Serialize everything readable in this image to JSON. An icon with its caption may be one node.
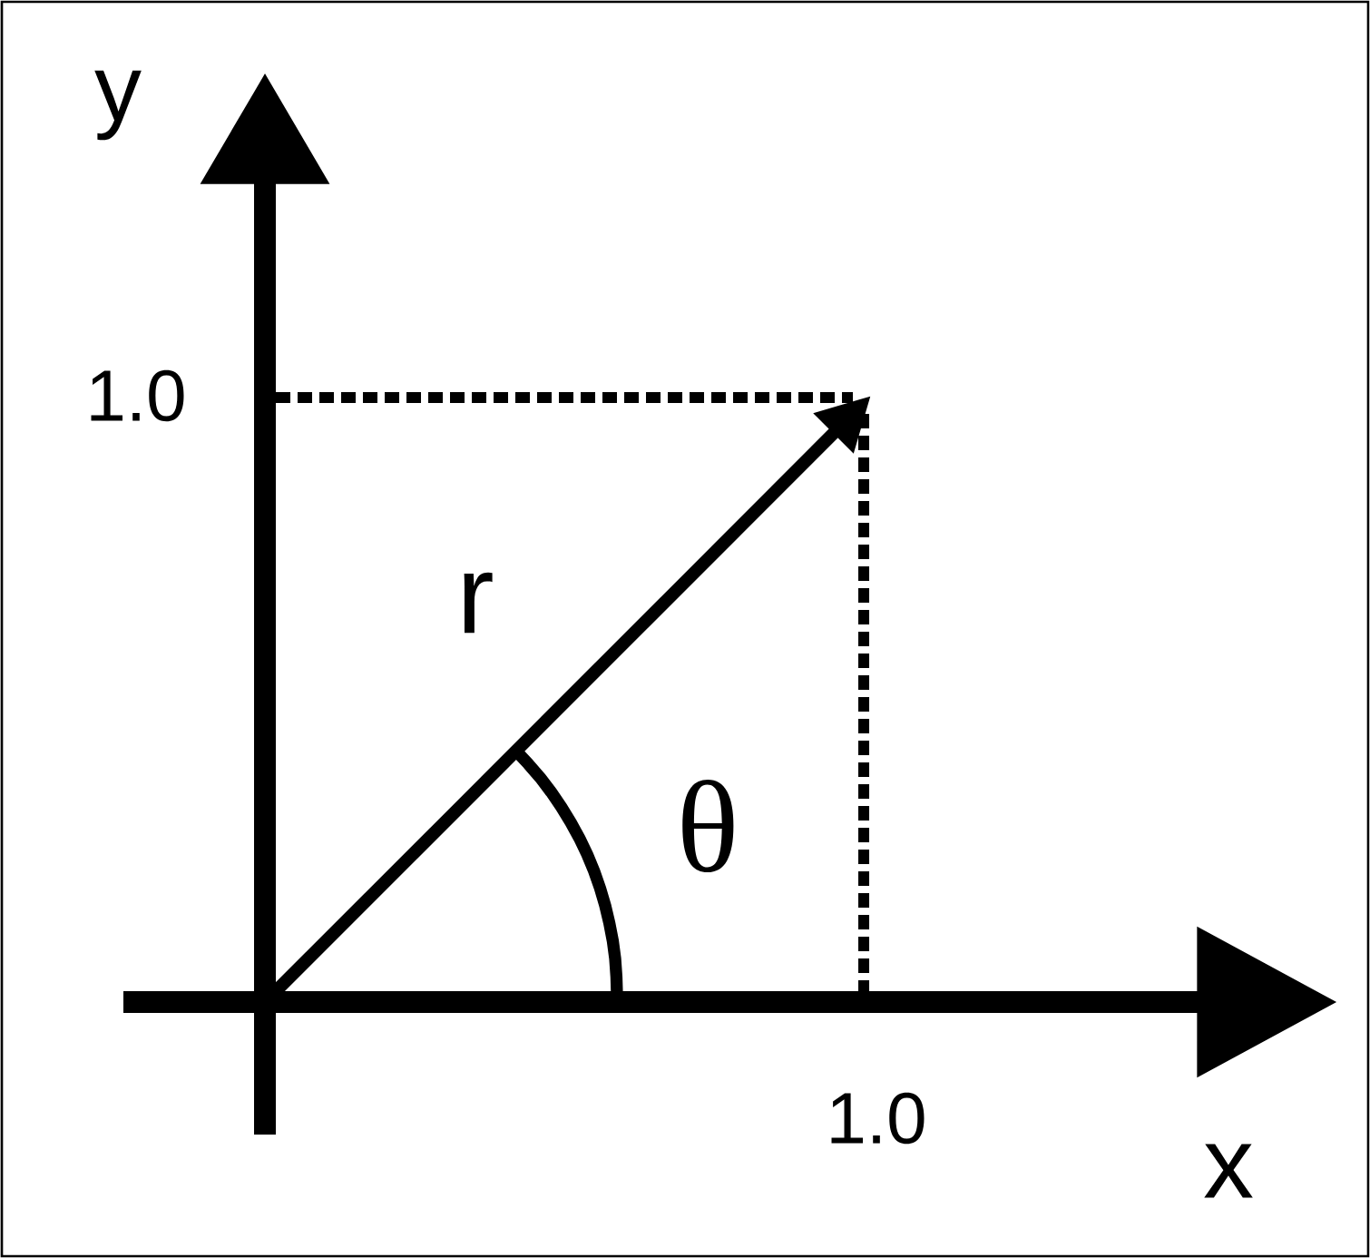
{
  "diagram": {
    "labels": [
      "y",
      "1.0",
      "r",
      "θ",
      "1.0",
      "x"
    ]
  }
}
